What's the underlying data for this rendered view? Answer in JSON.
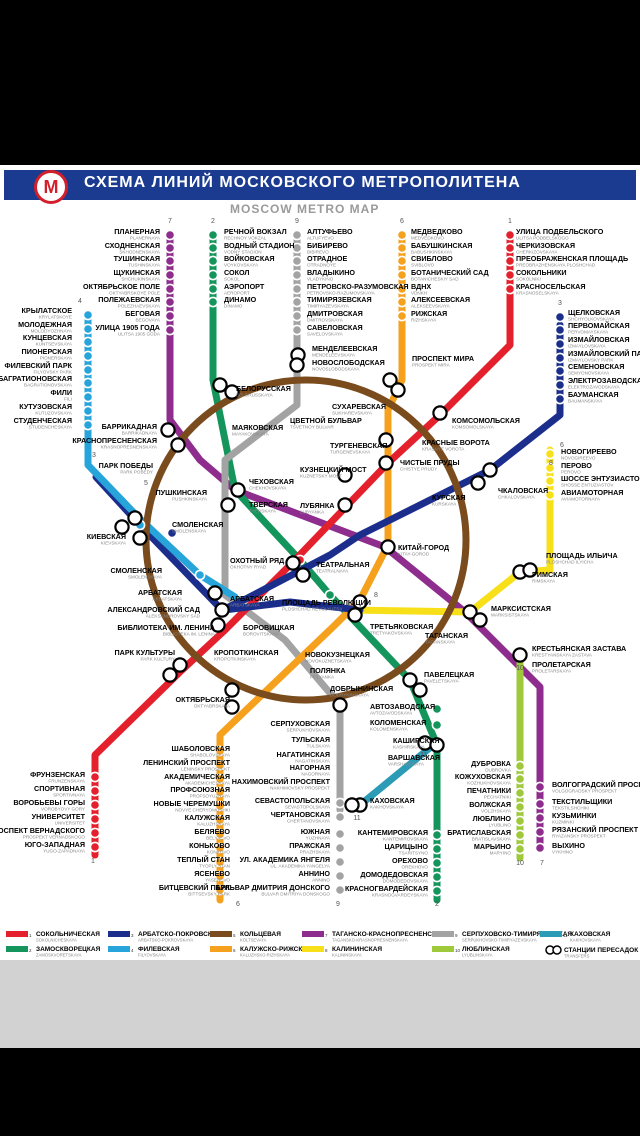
{
  "header": {
    "title": "СХЕМА ЛИНИЙ МОСКОВСКОГО МЕТРОПОЛИТЕНА",
    "subtitle": "MOSCOW METRO MAP",
    "logo_letter": "М"
  },
  "lines": [
    {
      "id": "1",
      "color": "#e4202c",
      "legend": "СОКОЛЬНИЧЕСКАЯ",
      "legend_lat": "SOKOLNICHESKAYA"
    },
    {
      "id": "2",
      "color": "#14955b",
      "legend": "ЗАМОСКВОРЕЦКАЯ",
      "legend_lat": "ZAMOSKVORETSKAYA"
    },
    {
      "id": "3",
      "color": "#1b2e8c",
      "legend": "АРБАТСКО-ПОКРОВСКАЯ",
      "legend_lat": "ARBATSKO-POKROVSKAYA"
    },
    {
      "id": "4",
      "color": "#27a4d9",
      "legend": "ФИЛЕВСКАЯ",
      "legend_lat": "FILYOVSKAYA"
    },
    {
      "id": "5",
      "color": "#7a4b1d",
      "legend": "КОЛЬЦЕВАЯ",
      "legend_lat": "KOLTSEVAYA"
    },
    {
      "id": "6",
      "color": "#f5a11e",
      "legend": "КАЛУЖСКО-РИЖСКАЯ",
      "legend_lat": "KALUZHSKO-RIZHSKAYA"
    },
    {
      "id": "7",
      "color": "#8e2d8e",
      "legend": "ТАГАНСКО-КРАСНОПРЕСНЕНСКАЯ",
      "legend_lat": "TAGANSKO-KRASNOPRESNENSKAYA"
    },
    {
      "id": "8",
      "color": "#f7e01a",
      "legend": "КАЛИНИНСКАЯ",
      "legend_lat": "KALININSKAYA"
    },
    {
      "id": "9",
      "color": "#a3a3a3",
      "legend": "СЕРПУХОВСКО-ТИМИРЯЗЕВСКАЯ",
      "legend_lat": "SERPUKHOVSKO-TIMIRYAZEVSKAYA"
    },
    {
      "id": "10",
      "color": "#9dc93b",
      "legend": "ЛЮБЛИНСКАЯ",
      "legend_lat": "LYUBLINSKAYA"
    },
    {
      "id": "11",
      "color": "#2c9bb5",
      "legend": "КАХОВСКАЯ",
      "legend_lat": "KAKHOVSKAYA"
    }
  ],
  "legend_transfer": "СТАНЦИИ ПЕРЕСАДОК",
  "legend_transfer_lat": "TRANSFERS",
  "stations": [
    {
      "n": "ПЛАНЕРНАЯ",
      "l": "PLANERNAYA"
    },
    {
      "n": "СХОДНЕНСКАЯ",
      "l": "SKHODNENSKAYA"
    },
    {
      "n": "ТУШИНСКАЯ",
      "l": "TUSHINSKAYA"
    },
    {
      "n": "ЩУКИНСКАЯ",
      "l": "SHCHUKINSKAYA"
    },
    {
      "n": "ОКТЯБРЬСКОЕ ПОЛЕ",
      "l": "OKTYABRSKOYE POLE"
    },
    {
      "n": "ПОЛЕЖАЕВСКАЯ",
      "l": "POLEZHAEVSKAYA"
    },
    {
      "n": "БЕГОВАЯ",
      "l": "BEGOVAYA"
    },
    {
      "n": "УЛИЦА 1905 ГОДА",
      "l": "ULITSA 1905 GODA"
    },
    {
      "n": "РЕЧНОЙ ВОКЗАЛ",
      "l": "RECHNOY VOKZAL"
    },
    {
      "n": "ВОДНЫЙ СТАДИОН",
      "l": "VODNY STADION"
    },
    {
      "n": "ВОЙКОВСКАЯ",
      "l": "VOYKOVSKAYA"
    },
    {
      "n": "СОКОЛ",
      "l": "SOKOL"
    },
    {
      "n": "АЭРОПОРТ",
      "l": "AEROPORT"
    },
    {
      "n": "ДИНАМО",
      "l": "DINAMO"
    },
    {
      "n": "АЛТУФЬЕВО",
      "l": "ALTUFYEVO"
    },
    {
      "n": "БИБИРЕВО",
      "l": "BIBIREVO"
    },
    {
      "n": "ОТРАДНОЕ",
      "l": "OTRADNOYE"
    },
    {
      "n": "ВЛАДЫКИНО",
      "l": "VLADYKINO"
    },
    {
      "n": "ПЕТРОВСКО-РАЗУМОВСКАЯ",
      "l": "PETROVSKO-RAZUMOVSKAYA"
    },
    {
      "n": "ТИМИРЯЗЕВСКАЯ",
      "l": "TIMIRYAZEVSKAYA"
    },
    {
      "n": "ДМИТРОВСКАЯ",
      "l": "DMITROVSKAYA"
    },
    {
      "n": "САВЕЛОВСКАЯ",
      "l": "SAVELOVSKAYA"
    },
    {
      "n": "МЕДВЕДКОВО",
      "l": "MEDVEDKOVO"
    },
    {
      "n": "БАБУШКИНСКАЯ",
      "l": "BABUSHKINSKAYA"
    },
    {
      "n": "СВИБЛОВО",
      "l": "SVIBLOVO"
    },
    {
      "n": "БОТАНИЧЕСКИЙ САД",
      "l": "BOTANICHESKIY SAD"
    },
    {
      "n": "ВДНХ",
      "l": "VDNKH"
    },
    {
      "n": "АЛЕКСЕЕВСКАЯ",
      "l": "ALEKSEEVSKAYA"
    },
    {
      "n": "РИЖСКАЯ",
      "l": "RIZHSKAYA"
    },
    {
      "n": "УЛИЦА ПОДБЕЛЬСКОГО",
      "l": "ULITSA PODBELSKOGO"
    },
    {
      "n": "ЧЕРКИЗОВСКАЯ",
      "l": "CHERKIZOVSKAYA"
    },
    {
      "n": "ПРЕОБРАЖЕНСКАЯ ПЛОЩАДЬ",
      "l": "PREOBRAZHENSKAYA PLOSHCHAD"
    },
    {
      "n": "СОКОЛЬНИКИ",
      "l": "SOKOLNIKI"
    },
    {
      "n": "КРАСНОСЕЛЬСКАЯ",
      "l": "KRASNOSELSKAYA"
    },
    {
      "n": "ЩЕЛКОВСКАЯ",
      "l": "SHCHYOLKOVSKAYA"
    },
    {
      "n": "ПЕРВОМАЙСКАЯ",
      "l": "PERVOMAYSKAYA"
    },
    {
      "n": "ИЗМАЙЛОВСКАЯ",
      "l": "IZMAYLOVSKAYA"
    },
    {
      "n": "ИЗМАЙЛОВСКИЙ ПАРК",
      "l": "IZMAYLOVSKY PARK"
    },
    {
      "n": "СЕМЕНОВСКАЯ",
      "l": "SEMYONOVSKAYA"
    },
    {
      "n": "ЭЛЕКТРОЗАВОДСКАЯ",
      "l": "ELEKTROZAVODSKAYA"
    },
    {
      "n": "БАУМАНСКАЯ",
      "l": "BAUMANSKAYA"
    },
    {
      "n": "КРЫЛАТСКОЕ",
      "l": "KRYLATSKOYE"
    },
    {
      "n": "МОЛОДЕЖНАЯ",
      "l": "MOLODYOZHNAYA"
    },
    {
      "n": "КУНЦЕВСКАЯ",
      "l": "KUNTSEVSKAYA"
    },
    {
      "n": "ПИОНЕРСКАЯ",
      "l": "PIONERSKAYA"
    },
    {
      "n": "ФИЛЕВСКИЙ ПАРК",
      "l": "FILYOVSKY PARK"
    },
    {
      "n": "БАГРАТИОНОВСКАЯ",
      "l": "BAGRATIONOVSKAYA"
    },
    {
      "n": "ФИЛИ",
      "l": "FILI"
    },
    {
      "n": "КУТУЗОВСКАЯ",
      "l": "KUTUZOVSKAYA"
    },
    {
      "n": "СТУДЕНЧЕСКАЯ",
      "l": "STUDENCHESKAYA"
    },
    {
      "n": "МЕНДЕЛЕЕВСКАЯ",
      "l": "MENDELEEVSKAYA"
    },
    {
      "n": "НОВОСЛОБОДСКАЯ",
      "l": "NOVOSLOBODSKAYA"
    },
    {
      "n": "БЕЛОРУССКАЯ",
      "l": "BELORUSSKAYA"
    },
    {
      "n": "ПРОСПЕКТ МИРА",
      "l": "PROSPEKT MIRA"
    },
    {
      "n": "СУХАРЕВСКАЯ",
      "l": "SUKHAREVSKAYA"
    },
    {
      "n": "КОМСОМОЛЬСКАЯ",
      "l": "KOMSOMOLSKAYA"
    },
    {
      "n": "КРАСНЫЕ ВОРОТА",
      "l": "KRASNYE VOROTA"
    },
    {
      "n": "БАРРИКАДНАЯ",
      "l": "BARRIKADNAYA"
    },
    {
      "n": "КРАСНОПРЕСНЕНСКАЯ",
      "l": "KRASNOPRESNENSKAYA"
    },
    {
      "n": "МАЯКОВСКАЯ",
      "l": "MAYAKOVSKAYA"
    },
    {
      "n": "ЦВЕТНОЙ БУЛЬВАР",
      "l": "TSVETNOY BULVAR"
    },
    {
      "n": "ТУРГЕНЕВСКАЯ",
      "l": "TURGENEVSKAYA"
    },
    {
      "n": "ЧИСТЫЕ ПРУДЫ",
      "l": "CHISTYE PRUDY"
    },
    {
      "n": "НОВОГИРЕЕВО",
      "l": "NOVOGIREEVO"
    },
    {
      "n": "ПЕРОВО",
      "l": "PEROVO"
    },
    {
      "n": "ШОССЕ ЭНТУЗИАСТОВ",
      "l": "SHOSSE ENTUZIASTOV"
    },
    {
      "n": "АВИАМОТОРНАЯ",
      "l": "AVIAMOTORNAYA"
    },
    {
      "n": "ПАРК ПОБЕДЫ",
      "l": "PARK POBEDY"
    },
    {
      "n": "ПУШКИНСКАЯ",
      "l": "PUSHKINSKAYA"
    },
    {
      "n": "ЧЕХОВСКАЯ",
      "l": "CHEKHOVSKAYA"
    },
    {
      "n": "ТВЕРСКАЯ",
      "l": "TVERSKAYA"
    },
    {
      "n": "КУЗНЕЦКИЙ МОСТ",
      "l": "KUZNETSKY MOST"
    },
    {
      "n": "ЛУБЯНКА",
      "l": "LUBYANKA"
    },
    {
      "n": "КУРСКАЯ",
      "l": "KURSKAYA"
    },
    {
      "n": "ЧКАЛОВСКАЯ",
      "l": "CHKALOVSKAYA"
    },
    {
      "n": "СМОЛЕНСКАЯ",
      "l": "SMOLENSKAYA"
    },
    {
      "n": "КИЕВСКАЯ",
      "l": "KIEVSKAYA"
    },
    {
      "n": "ОХОТНЫЙ РЯД",
      "l": "OKHOTNY RYAD"
    },
    {
      "n": "ТЕАТРАЛЬНАЯ",
      "l": "TEATRALNAYA"
    },
    {
      "n": "КИТАЙ-ГОРОД",
      "l": "KITAY-GOROD"
    },
    {
      "n": "ПЛОЩАДЬ ИЛЬИЧА",
      "l": "PLOSHCHAD ILYICHA"
    },
    {
      "n": "РИМСКАЯ",
      "l": "RIMSKAYA"
    },
    {
      "n": "СМОЛЕНСКАЯ",
      "l": "SMOLENSKAYA"
    },
    {
      "n": "АРБАТСКАЯ",
      "l": "ARBATSKAYA"
    },
    {
      "n": "АРБАТСКАЯ",
      "l": "ARBATSKAYA"
    },
    {
      "n": "АЛЕКСАНДРОВСКИЙ САД",
      "l": "ALEKSANDROVSKY SAD"
    },
    {
      "n": "БИБЛИОТЕКА ИМ. ЛЕНИНА",
      "l": "BIBLIOTEKA IM. LENINA"
    },
    {
      "n": "БОРОВИЦКАЯ",
      "l": "BOROVITSKAYA"
    },
    {
      "n": "ПЛОЩАДЬ РЕВОЛЮЦИИ",
      "l": "PLOSHCHAD REVOLYUTSII"
    },
    {
      "n": "ТРЕТЬЯКОВСКАЯ",
      "l": "TRETYAKOVSKAYA"
    },
    {
      "n": "МАРКСИСТСКАЯ",
      "l": "MARKSISTSKAYA"
    },
    {
      "n": "ТАГАНСКАЯ",
      "l": "TAGANSKAYA"
    },
    {
      "n": "НОВОКУЗНЕЦКАЯ",
      "l": "NOVOKUZNETSKAYA"
    },
    {
      "n": "ПАРК КУЛЬТУРЫ",
      "l": "PARK KULTURY"
    },
    {
      "n": "КРОПОТКИНСКАЯ",
      "l": "KROPOTKINSKAYA"
    },
    {
      "n": "КРЕСТЬЯНСКАЯ ЗАСТАВА",
      "l": "KRESTYANSKAYA ZASTAVA"
    },
    {
      "n": "ПРОЛЕТАРСКАЯ",
      "l": "PROLETARSKAYA"
    },
    {
      "n": "ПОЛЯНКА",
      "l": "POLYANKA"
    },
    {
      "n": "ОКТЯБРЬСКАЯ",
      "l": "OKTYABRSKAYA"
    },
    {
      "n": "ДОБРЫНИНСКАЯ",
      "l": "DOBRYNINSKAYA"
    },
    {
      "n": "ПАВЕЛЕЦКАЯ",
      "l": "PAVELETSKAYA"
    },
    {
      "n": "АВТОЗАВОДСКАЯ",
      "l": "AVTOZAVODSKAYA"
    },
    {
      "n": "КОЛОМЕНСКАЯ",
      "l": "KOLOMENSKAYA"
    },
    {
      "n": "СЕРПУХОВСКАЯ",
      "l": "SERPUKHOVSKAYA"
    },
    {
      "n": "ТУЛЬСКАЯ",
      "l": "TULSKAYA"
    },
    {
      "n": "КАШИРСКАЯ",
      "l": "KASHIRSKAYA"
    },
    {
      "n": "НАГАТИНСКАЯ",
      "l": "NAGATINSKAYA"
    },
    {
      "n": "ВАРШАВСКАЯ",
      "l": "VARSHAVSKAYA"
    },
    {
      "n": "НАГОРНАЯ",
      "l": "NAGORNAYA"
    },
    {
      "n": "НАХИМОВСКИЙ ПРОСПЕКТ",
      "l": "NAKHIMOVSKY PROSPEKT"
    },
    {
      "n": "ШАБОЛОВСКАЯ",
      "l": "SHABOLOVSKAYA"
    },
    {
      "n": "ЛЕНИНСКИЙ ПРОСПЕКТ",
      "l": "LENINSKY PROSPEKT"
    },
    {
      "n": "АКАДЕМИЧЕСКАЯ",
      "l": "AKADEMICHESKAYA"
    },
    {
      "n": "ПРОФСОЮЗНАЯ",
      "l": "PROFSOYUZNAYA"
    },
    {
      "n": "НОВЫЕ ЧЕРЕМУШКИ",
      "l": "NOVYE CHERYOMUSHKI"
    },
    {
      "n": "КАЛУЖСКАЯ",
      "l": "KALUZHSKAYA"
    },
    {
      "n": "БЕЛЯЕВО",
      "l": "BELYAEVO"
    },
    {
      "n": "КОНЬКОВО",
      "l": "KONKOVO"
    },
    {
      "n": "ТЕПЛЫЙ СТАН",
      "l": "TYOPLY STAN"
    },
    {
      "n": "ЯСЕНЕВО",
      "l": "YASENEVO"
    },
    {
      "n": "БИТЦЕВСКИЙ ПАРК",
      "l": "BITTSEVSKY PARK"
    },
    {
      "n": "ФРУНЗЕНСКАЯ",
      "l": "FRUNZENSKAYA"
    },
    {
      "n": "СПОРТИВНАЯ",
      "l": "SPORTIVNAYA"
    },
    {
      "n": "ВОРОБЬЕВЫ ГОРЫ",
      "l": "VOROBYOVY GORY"
    },
    {
      "n": "УНИВЕРСИТЕТ",
      "l": "UNIVERSITET"
    },
    {
      "n": "ПРОСПЕКТ ВЕРНАДСКОГО",
      "l": "PROSPEKT VERNADSKOGO"
    },
    {
      "n": "ЮГО-ЗАПАДНАЯ",
      "l": "YUGO-ZAPADNAYA"
    },
    {
      "n": "СЕВАСТОПОЛЬСКАЯ",
      "l": "SEVASTOPOLSKAYA"
    },
    {
      "n": "КАХОВСКАЯ",
      "l": "KAKHOVSKAYA"
    },
    {
      "n": "ЧЕРТАНОВСКАЯ",
      "l": "CHERTANOVSKAYA"
    },
    {
      "n": "ЮЖНАЯ",
      "l": "YUZHNAYA"
    },
    {
      "n": "ПРАЖСКАЯ",
      "l": "PRAZHSKAYA"
    },
    {
      "n": "УЛ. АКАДЕМИКА ЯНГЕЛЯ",
      "l": "UL. AKADEMIKA YANGELYA"
    },
    {
      "n": "АННИНО",
      "l": "ANNINO"
    },
    {
      "n": "БУЛЬВАР ДМИТРИЯ ДОНСКОГО",
      "l": "BULVAR DMITRIYA DONSKOGO"
    },
    {
      "n": "КАНТЕМИРОВСКАЯ",
      "l": "KANTEMIROVSKAYA"
    },
    {
      "n": "ЦАРИЦЫНО",
      "l": "TSARITSYNO"
    },
    {
      "n": "ОРЕХОВО",
      "l": "OREKHOVO"
    },
    {
      "n": "ДОМОДЕДОВСКАЯ",
      "l": "DOMODEDOVSKAYA"
    },
    {
      "n": "КРАСНОГВАРДЕЙСКАЯ",
      "l": "KRASNOGVARDEYSKAYA"
    },
    {
      "n": "ДУБРОВКА",
      "l": "DUBROVKA"
    },
    {
      "n": "КОЖУХОВСКАЯ",
      "l": "KOZHUKHOVSKAYA"
    },
    {
      "n": "ПЕЧАТНИКИ",
      "l": "PECHATNIKI"
    },
    {
      "n": "ВОЛЖСКАЯ",
      "l": "VOLZHSKAYA"
    },
    {
      "n": "ЛЮБЛИНО",
      "l": "LYUBLINO"
    },
    {
      "n": "БРАТИСЛАВСКАЯ",
      "l": "BRATISLAVSKAYA"
    },
    {
      "n": "МАРЬИНО",
      "l": "MARYINO"
    },
    {
      "n": "ВОЛГОГРАДСКИЙ ПРОСПЕКТ",
      "l": "VOLGOGRADSKY PROSPEKT"
    },
    {
      "n": "ТЕКСТИЛЬЩИКИ",
      "l": "TEKSTILSHCHIKI"
    },
    {
      "n": "КУЗЬМИНКИ",
      "l": "KUZMINKI"
    },
    {
      "n": "РЯЗАНСКИЙ ПРОСПЕКТ",
      "l": "RYAZANSKY PROSPEKT"
    },
    {
      "n": "ВЫХИНО",
      "l": "VYKHINO"
    }
  ],
  "line_numbers": [
    "7",
    "2",
    "9",
    "6",
    "1",
    "3",
    "4",
    "3",
    "5",
    "6",
    "10",
    "8",
    "8",
    "11",
    "11",
    "1",
    "6",
    "9",
    "2",
    "10",
    "7"
  ]
}
